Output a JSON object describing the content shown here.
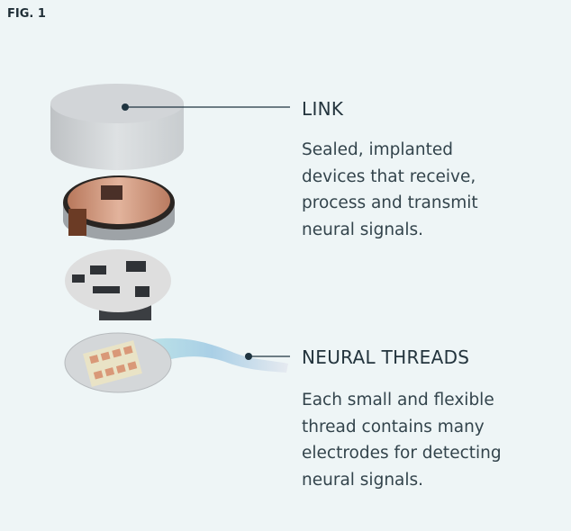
{
  "figure_label": "FIG. 1",
  "sections": [
    {
      "title": "LINK",
      "lines": [
        "Sealed, implanted",
        "devices that receive,",
        "process and transmit",
        "neural signals."
      ]
    },
    {
      "title": "NEURAL THREADS",
      "lines": [
        "Each small and flexible",
        "thread contains many",
        "electrodes for detecting",
        "neural signals."
      ]
    }
  ],
  "colors": {
    "background": "#eef5f6",
    "text": "#23343d",
    "copper": "#c88a6e"
  }
}
